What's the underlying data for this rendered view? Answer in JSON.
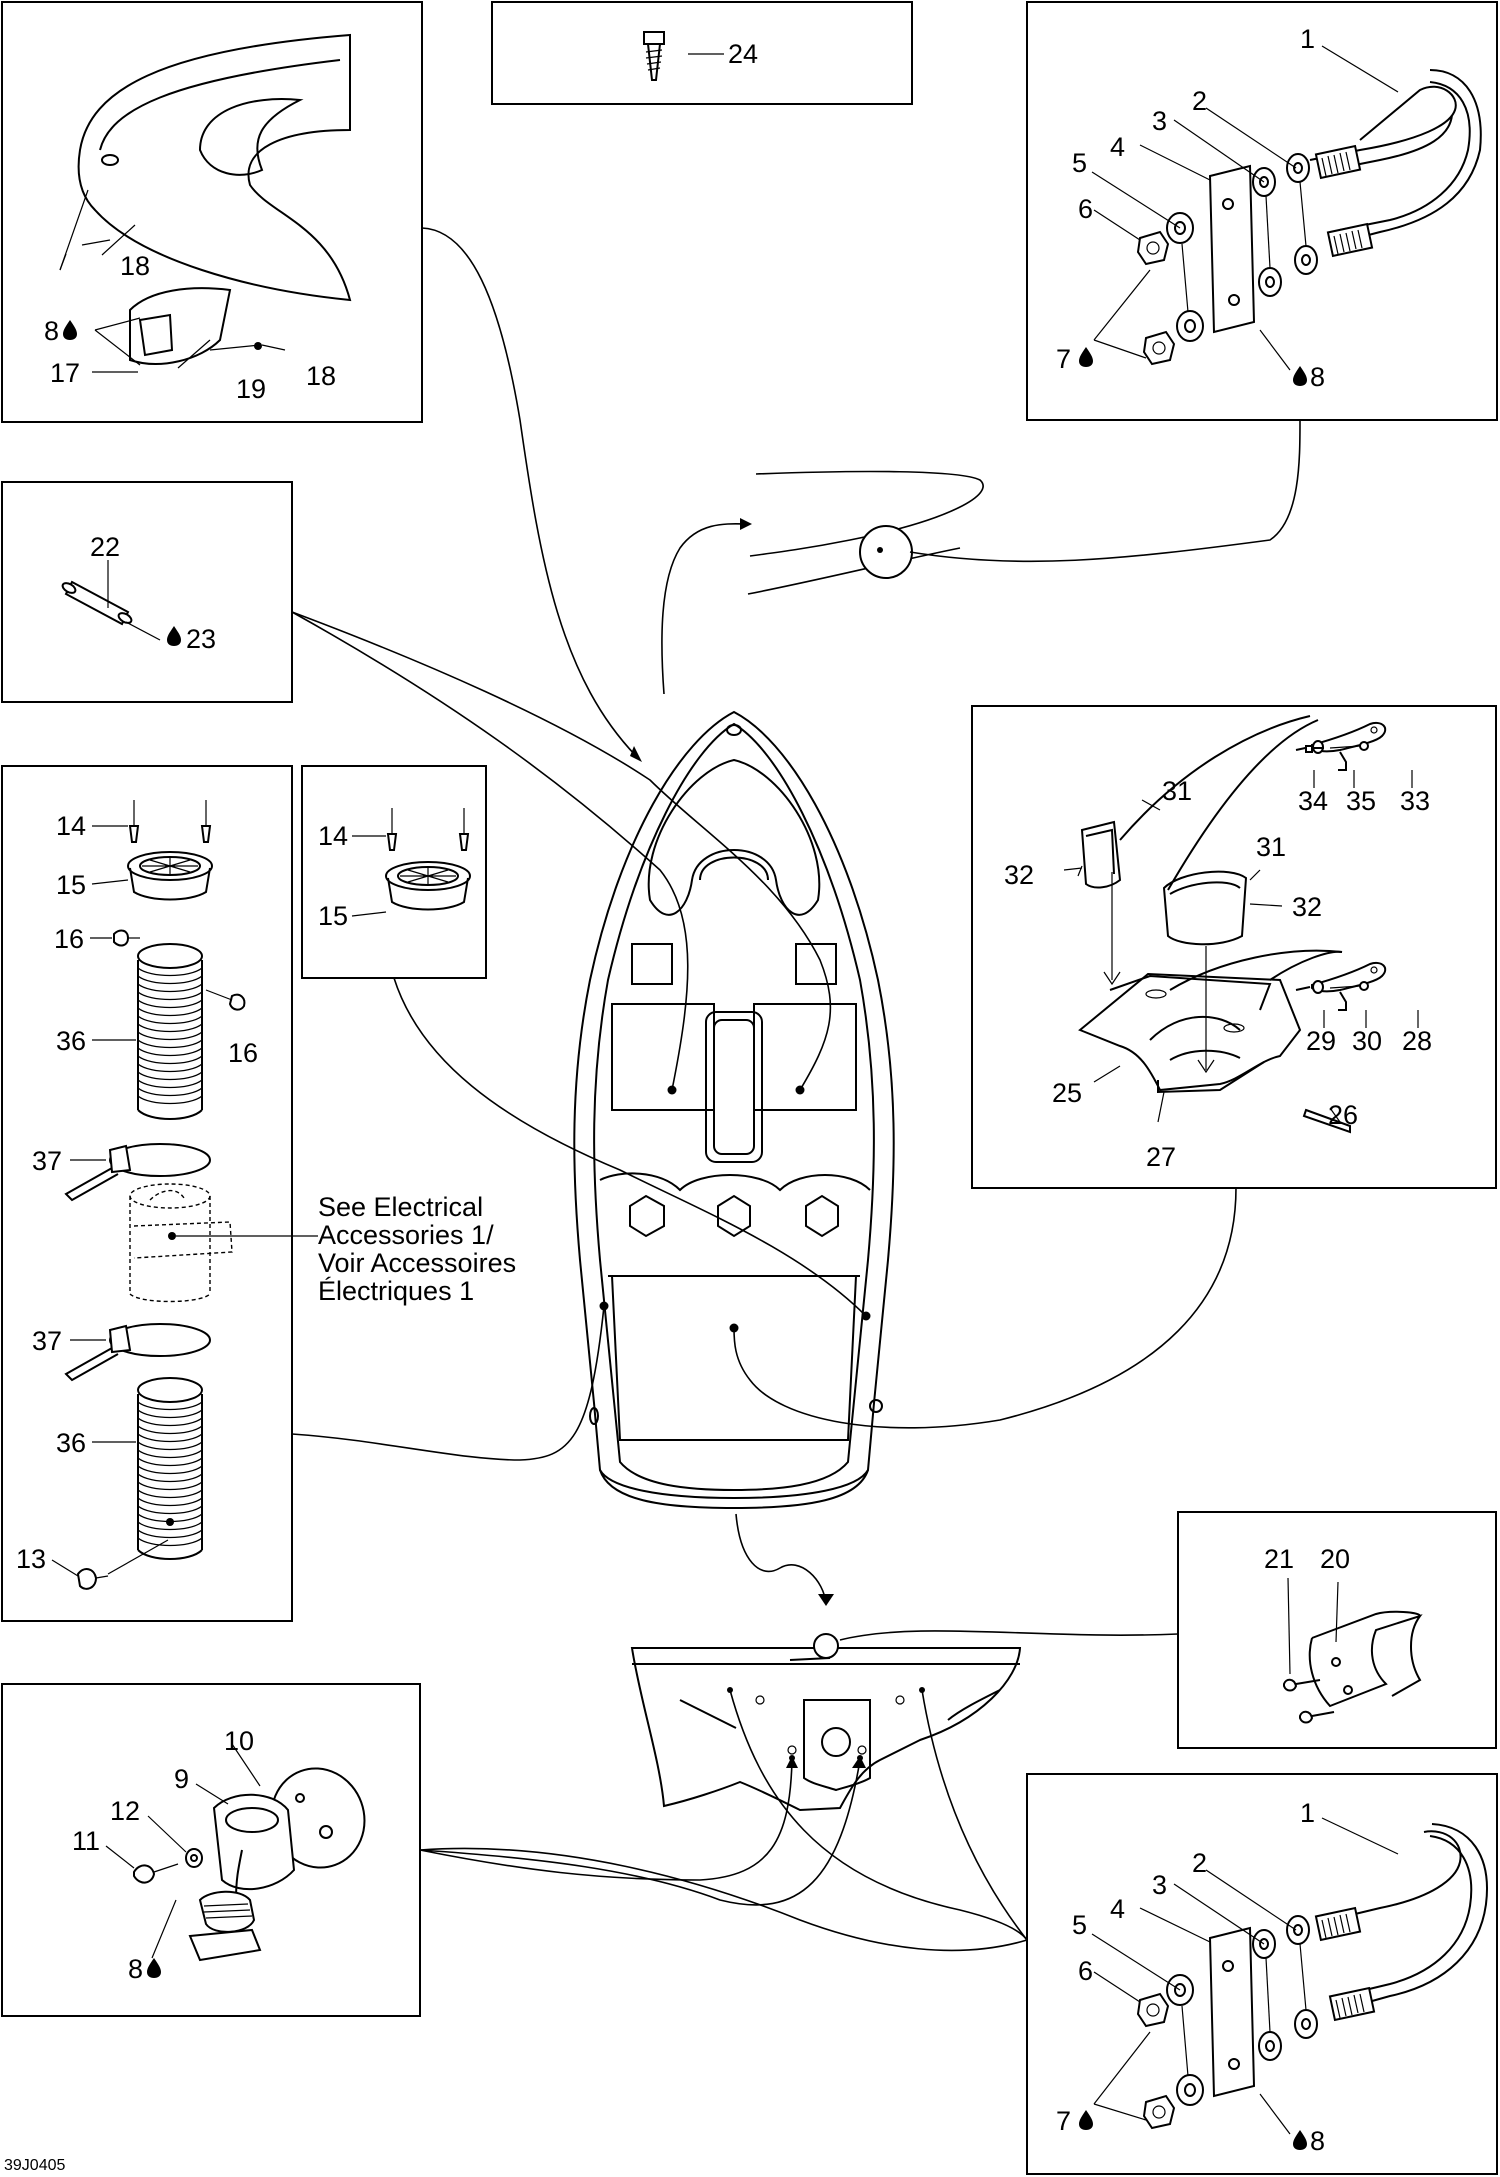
{
  "diagram": {
    "callouts": {
      "c1": "1",
      "c2": "2",
      "c3": "3",
      "c4": "4",
      "c5": "5",
      "c6": "6",
      "c7": "7",
      "c8": "8",
      "c9": "9",
      "c10": "10",
      "c11": "11",
      "c12": "12",
      "c13": "13",
      "c14": "14",
      "c15": "15",
      "c16": "16",
      "c17": "17",
      "c18": "18",
      "c19": "19",
      "c20": "20",
      "c21": "21",
      "c22": "22",
      "c23": "23",
      "c24": "24",
      "c25": "25",
      "c26": "26",
      "c27": "27",
      "c28": "28",
      "c29": "29",
      "c30": "30",
      "c31": "31",
      "c32": "32",
      "c33": "33",
      "c34": "34",
      "c35": "35",
      "c36": "36",
      "c37": "37"
    },
    "note": {
      "line1": "See Electrical",
      "line2": "Accessories 1/",
      "line3": "Voir Accessoires",
      "line4": "Électriques 1"
    },
    "drawing_code": "39J0405"
  }
}
